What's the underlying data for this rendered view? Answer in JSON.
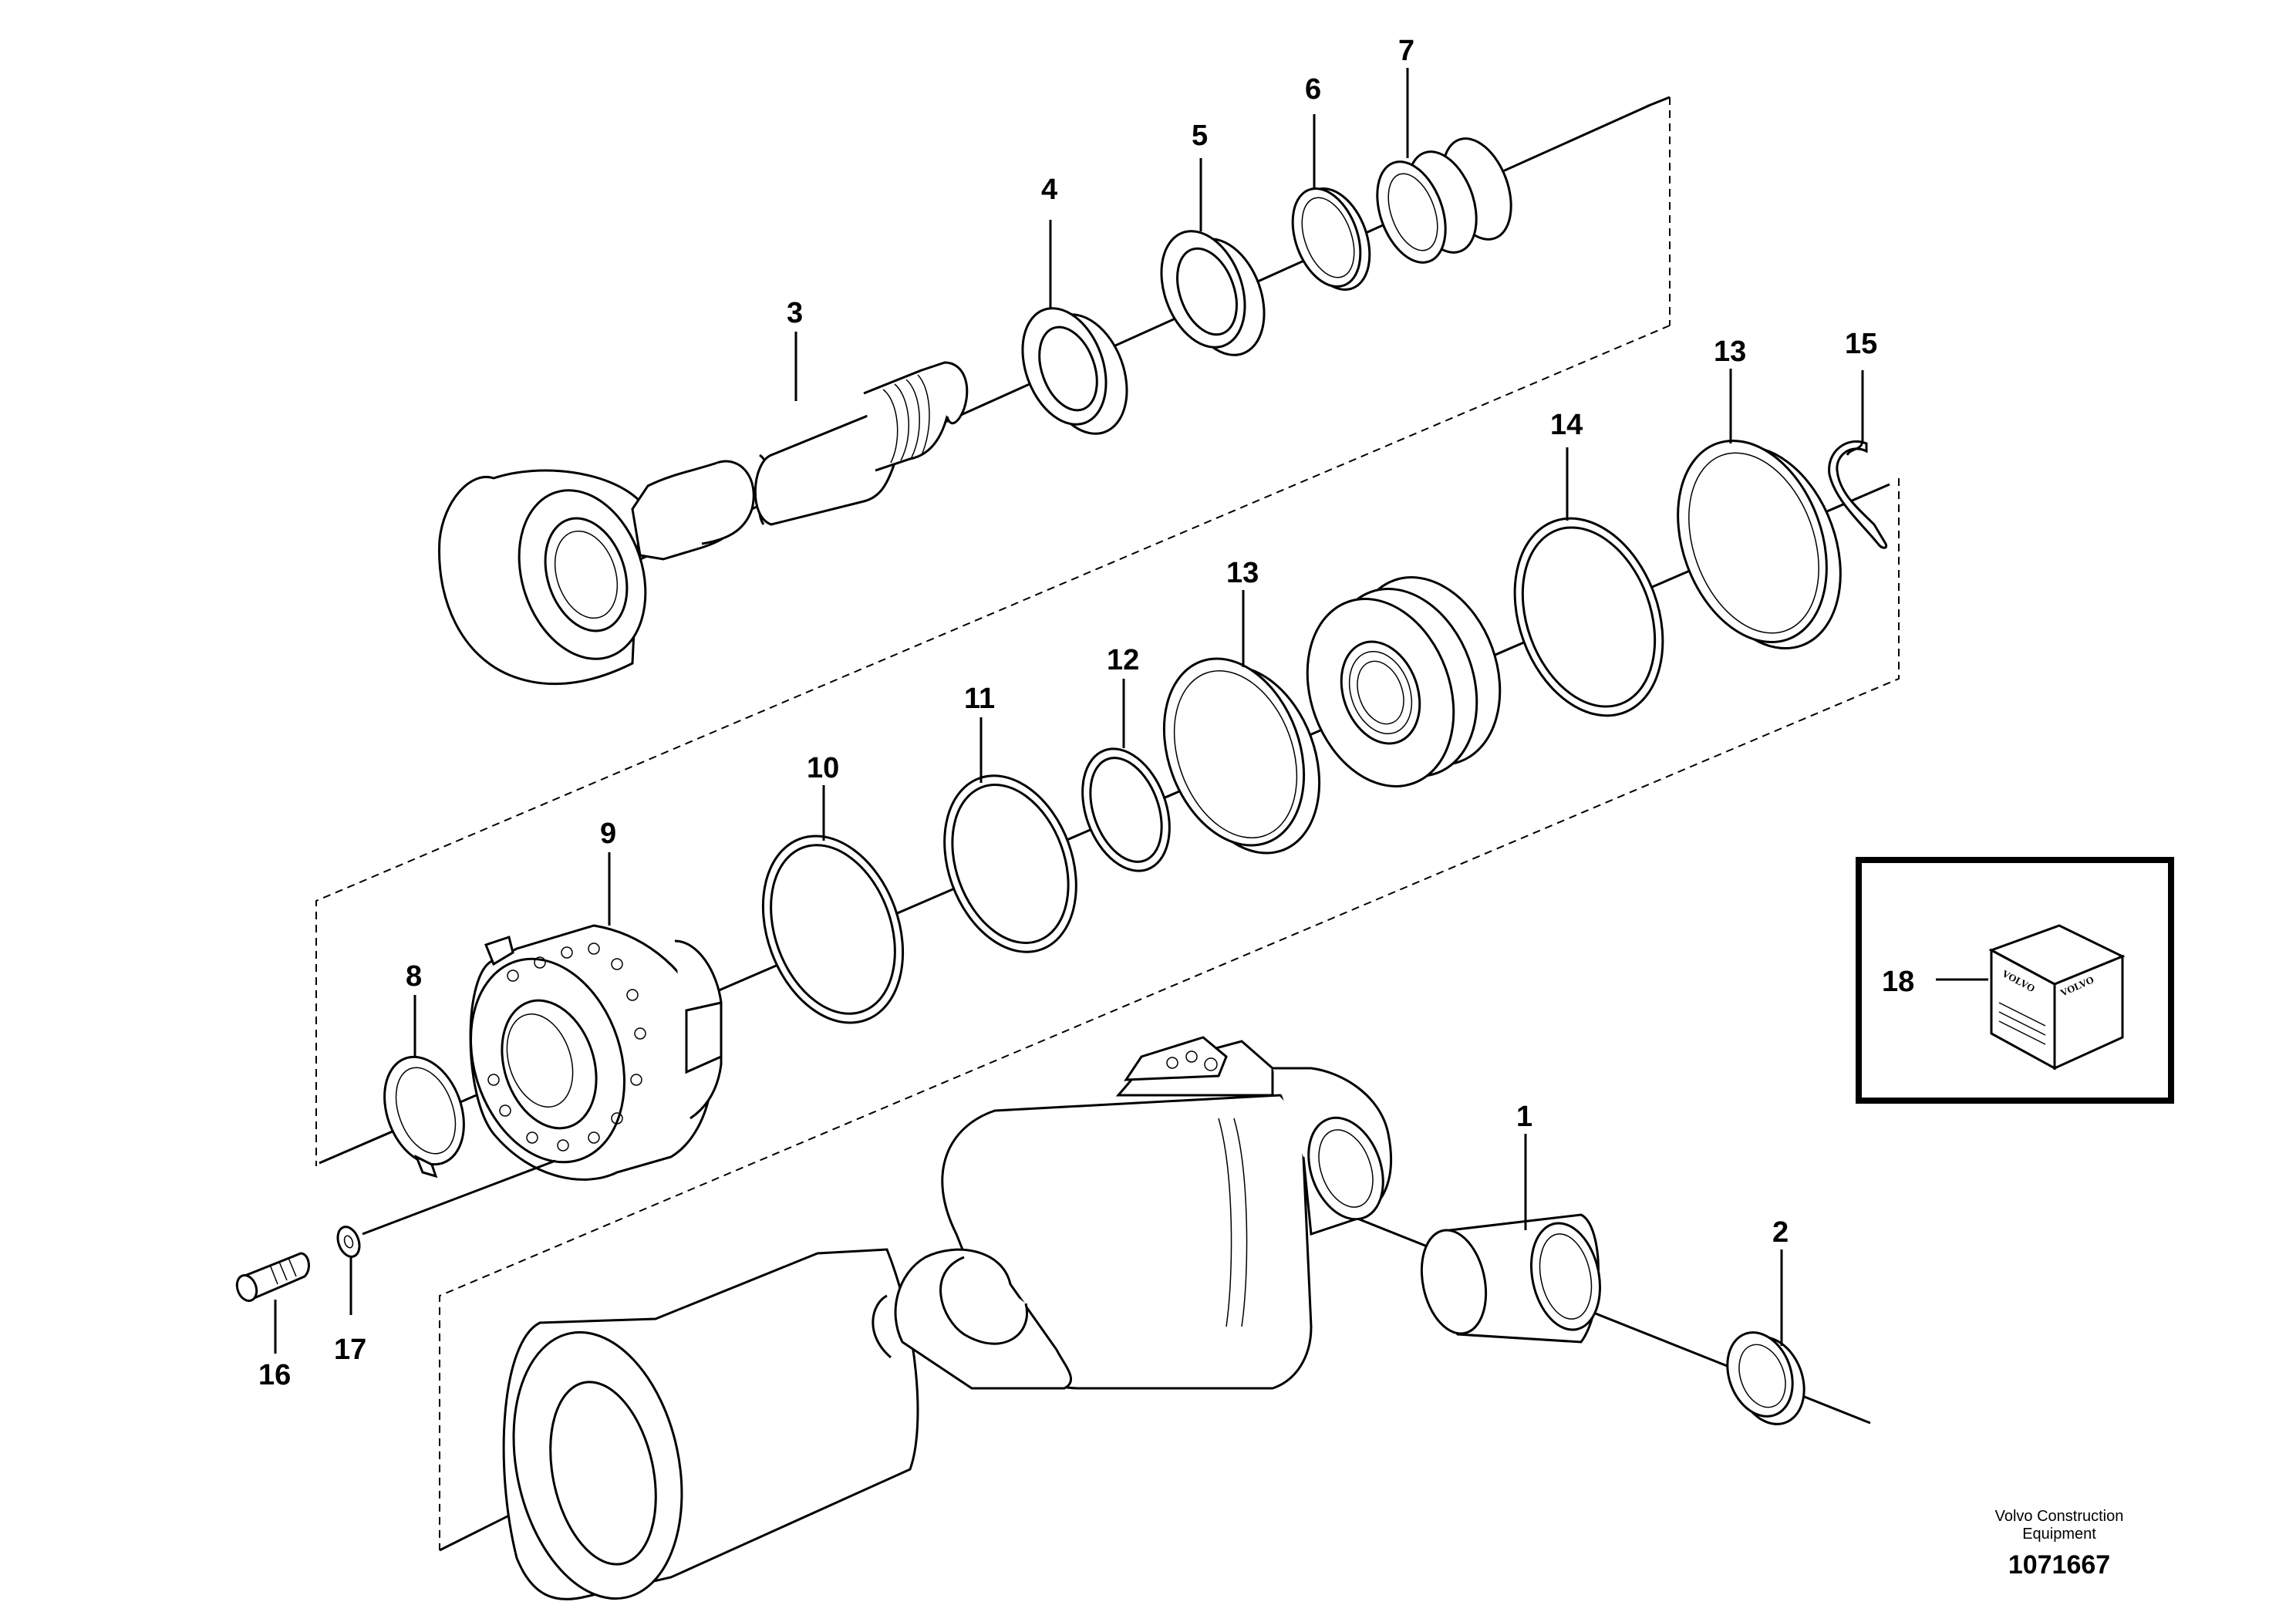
{
  "callouts": {
    "c1": "1",
    "c2": "2",
    "c3": "3",
    "c4": "4",
    "c5": "5",
    "c6": "6",
    "c7": "7",
    "c8": "8",
    "c9": "9",
    "c10": "10",
    "c11": "11",
    "c12": "12",
    "c13a": "13",
    "c13b": "13",
    "c14": "14",
    "c15": "15",
    "c16": "16",
    "c17": "17",
    "c18": "18"
  },
  "kit_box": {
    "brand_text": "VOLVO"
  },
  "footer": {
    "credit_line1": "Volvo Construction",
    "credit_line2": "Equipment",
    "doc_number": "1071667"
  }
}
